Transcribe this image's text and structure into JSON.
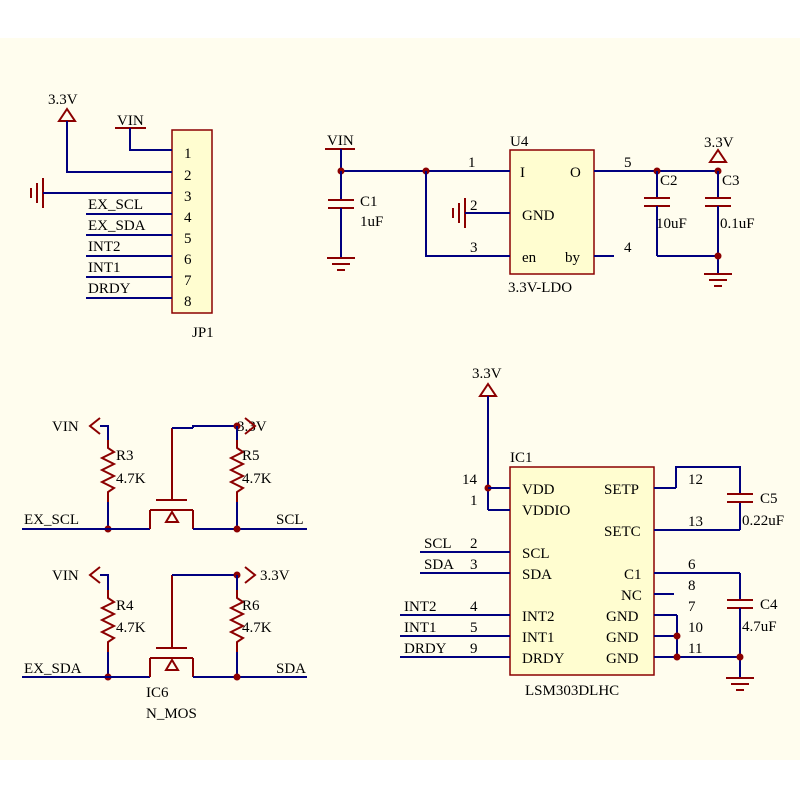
{
  "colors": {
    "wire": "#000080",
    "component": "#8b0000",
    "ic_fill": "#fffdd0",
    "band": "#fffdee"
  },
  "jp1": {
    "ref": "JP1",
    "pins": [
      "1",
      "2",
      "3",
      "4",
      "5",
      "6",
      "7",
      "8"
    ],
    "top_power": "3.3V",
    "vin": "VIN",
    "signals": [
      "EX_SCL",
      "EX_SDA",
      "INT2",
      "INT1",
      "DRDY"
    ]
  },
  "ldo": {
    "ref": "U4",
    "part": "3.3V-LDO",
    "pin_I": "I",
    "pin_O": "O",
    "pin_gnd": "GND",
    "pin_en": "en",
    "pin_by": "by",
    "num_1": "1",
    "num_2": "2",
    "num_3": "3",
    "num_4": "4",
    "num_5": "5",
    "vin": "VIN",
    "out_power": "3.3V",
    "c1_ref": "C1",
    "c1_val": "1uF",
    "c2_ref": "C2",
    "c2_val": "10uF",
    "c3_ref": "C3",
    "c3_val": "0.1uF"
  },
  "shifter": {
    "vin": "VIN",
    "v33": "3.3V",
    "r3": "R3",
    "r5": "R5",
    "r4": "R4",
    "r6": "R6",
    "rval": "4.7K",
    "ex_scl": "EX_SCL",
    "scl": "SCL",
    "ex_sda": "EX_SDA",
    "sda": "SDA",
    "fet_ref": "IC6",
    "fet_type": "N_MOS"
  },
  "ic1": {
    "ref": "IC1",
    "part": "LSM303DLHC",
    "power": "3.3V",
    "left_pins": [
      {
        "num": "14",
        "name": "VDD"
      },
      {
        "num": "1",
        "name": "VDDIO"
      },
      {
        "num": "2",
        "name": "SCL"
      },
      {
        "num": "3",
        "name": "SDA"
      },
      {
        "num": "4",
        "name": "INT2"
      },
      {
        "num": "5",
        "name": "INT1"
      },
      {
        "num": "9",
        "name": "DRDY"
      }
    ],
    "right_pins": [
      {
        "num": "12",
        "name": "SETP"
      },
      {
        "num": "13",
        "name": "SETC"
      },
      {
        "num": "6",
        "name": "C1"
      },
      {
        "num": "8",
        "name": "NC"
      },
      {
        "num": "7",
        "name": ""
      },
      {
        "num": "10",
        "name": "GND"
      },
      {
        "num": "11",
        "name": "GND"
      }
    ],
    "extra_gnd": "GND",
    "c5_ref": "C5",
    "c5_val": "0.22uF",
    "c4_ref": "C4",
    "c4_val": "4.7uF",
    "net_scl": "SCL",
    "net_sda": "SDA",
    "net_int2": "INT2",
    "net_int1": "INT1",
    "net_drdy": "DRDY"
  }
}
